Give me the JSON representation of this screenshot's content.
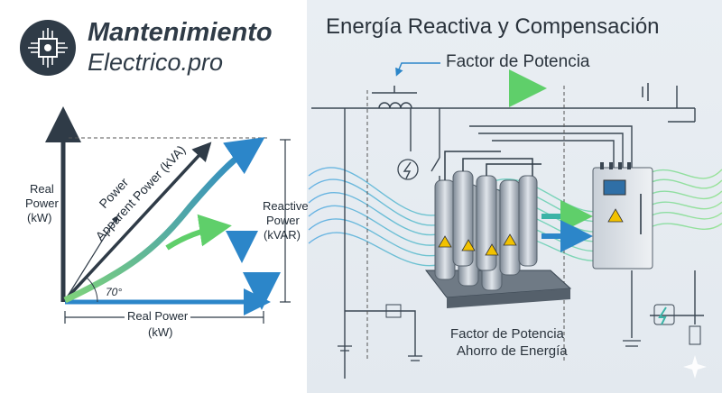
{
  "brand": {
    "line1": "Mantenimiento",
    "line2": "Electrico.pro"
  },
  "title": "Energía Reactiva y Compensación",
  "factor_label": "Factor de Potencia",
  "triangle": {
    "real_power_axis": [
      "Real",
      "Power",
      "(kW)"
    ],
    "power_label": "Power",
    "apparent_label": "Apparent Power (kVA)",
    "reactive_label": [
      "Reactive",
      "Power",
      "(kVAR)"
    ],
    "angle": "70°",
    "bottom_label": [
      "Real Power",
      "(kW)"
    ]
  },
  "bottom_caption": [
    "Factor de Potencia",
    "Ahorro de Energía"
  ],
  "colors": {
    "dark": "#2f3b47",
    "blue": "#2c86c9",
    "green": "#5fcf6a",
    "teal": "#3bb3a6"
  }
}
